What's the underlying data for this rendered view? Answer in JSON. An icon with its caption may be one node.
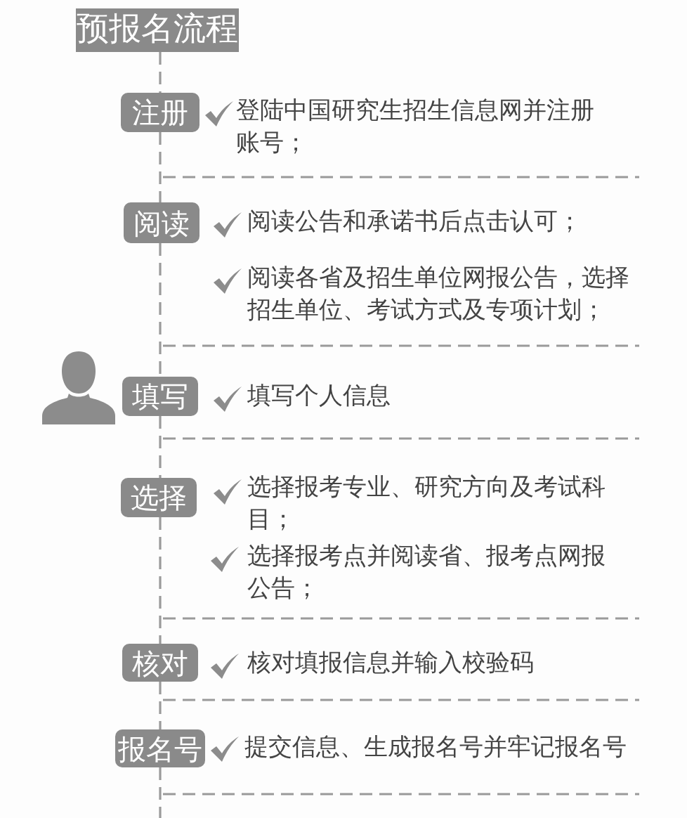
{
  "diagram": {
    "nodes": [
      {
        "text": [
          "预报名流程"
        ]
      },
      {
        "text": [
          "注册"
        ],
        "beside": [
          "登陆中国研究生招生信息网并注册账号；"
        ]
      },
      {
        "text": [
          "阅读"
        ],
        "beside": [
          "阅读公告和承诺书后点击认可；",
          "阅读各省及招生单位网报公告，选择招生单位、考试方式及专项计划；"
        ]
      },
      {
        "text": [
          "填写"
        ],
        "beside": [
          "填写个人信息"
        ]
      },
      {
        "text": [
          "选择"
        ],
        "beside": [
          "选择报考专业、研究方向及考试科目；",
          "选择报考点并阅读省、报考点网报公告；"
        ]
      },
      {
        "text": [
          "核对"
        ],
        "beside": [
          "核对填报信息并输入校验码"
        ]
      },
      {
        "text": [
          "报名号"
        ],
        "beside": [
          "提交信息、生成报名号并牢记报名号"
        ]
      }
    ],
    "edges": [
      {
        "from": 0,
        "to": 1,
        "arrow": "none",
        "style": "dashed"
      },
      {
        "from": 1,
        "to": 2,
        "arrow": "none",
        "style": "dashed"
      },
      {
        "from": 2,
        "to": 3,
        "arrow": "none",
        "style": "dashed"
      },
      {
        "from": 3,
        "to": 4,
        "arrow": "none",
        "style": "dashed"
      },
      {
        "from": 4,
        "to": 5,
        "arrow": "none",
        "style": "dashed"
      },
      {
        "from": 5,
        "to": 6,
        "arrow": "none",
        "style": "dashed"
      },
      {
        "from": 6,
        "to": null,
        "arrow": "none",
        "style": "dashed"
      }
    ]
  }
}
